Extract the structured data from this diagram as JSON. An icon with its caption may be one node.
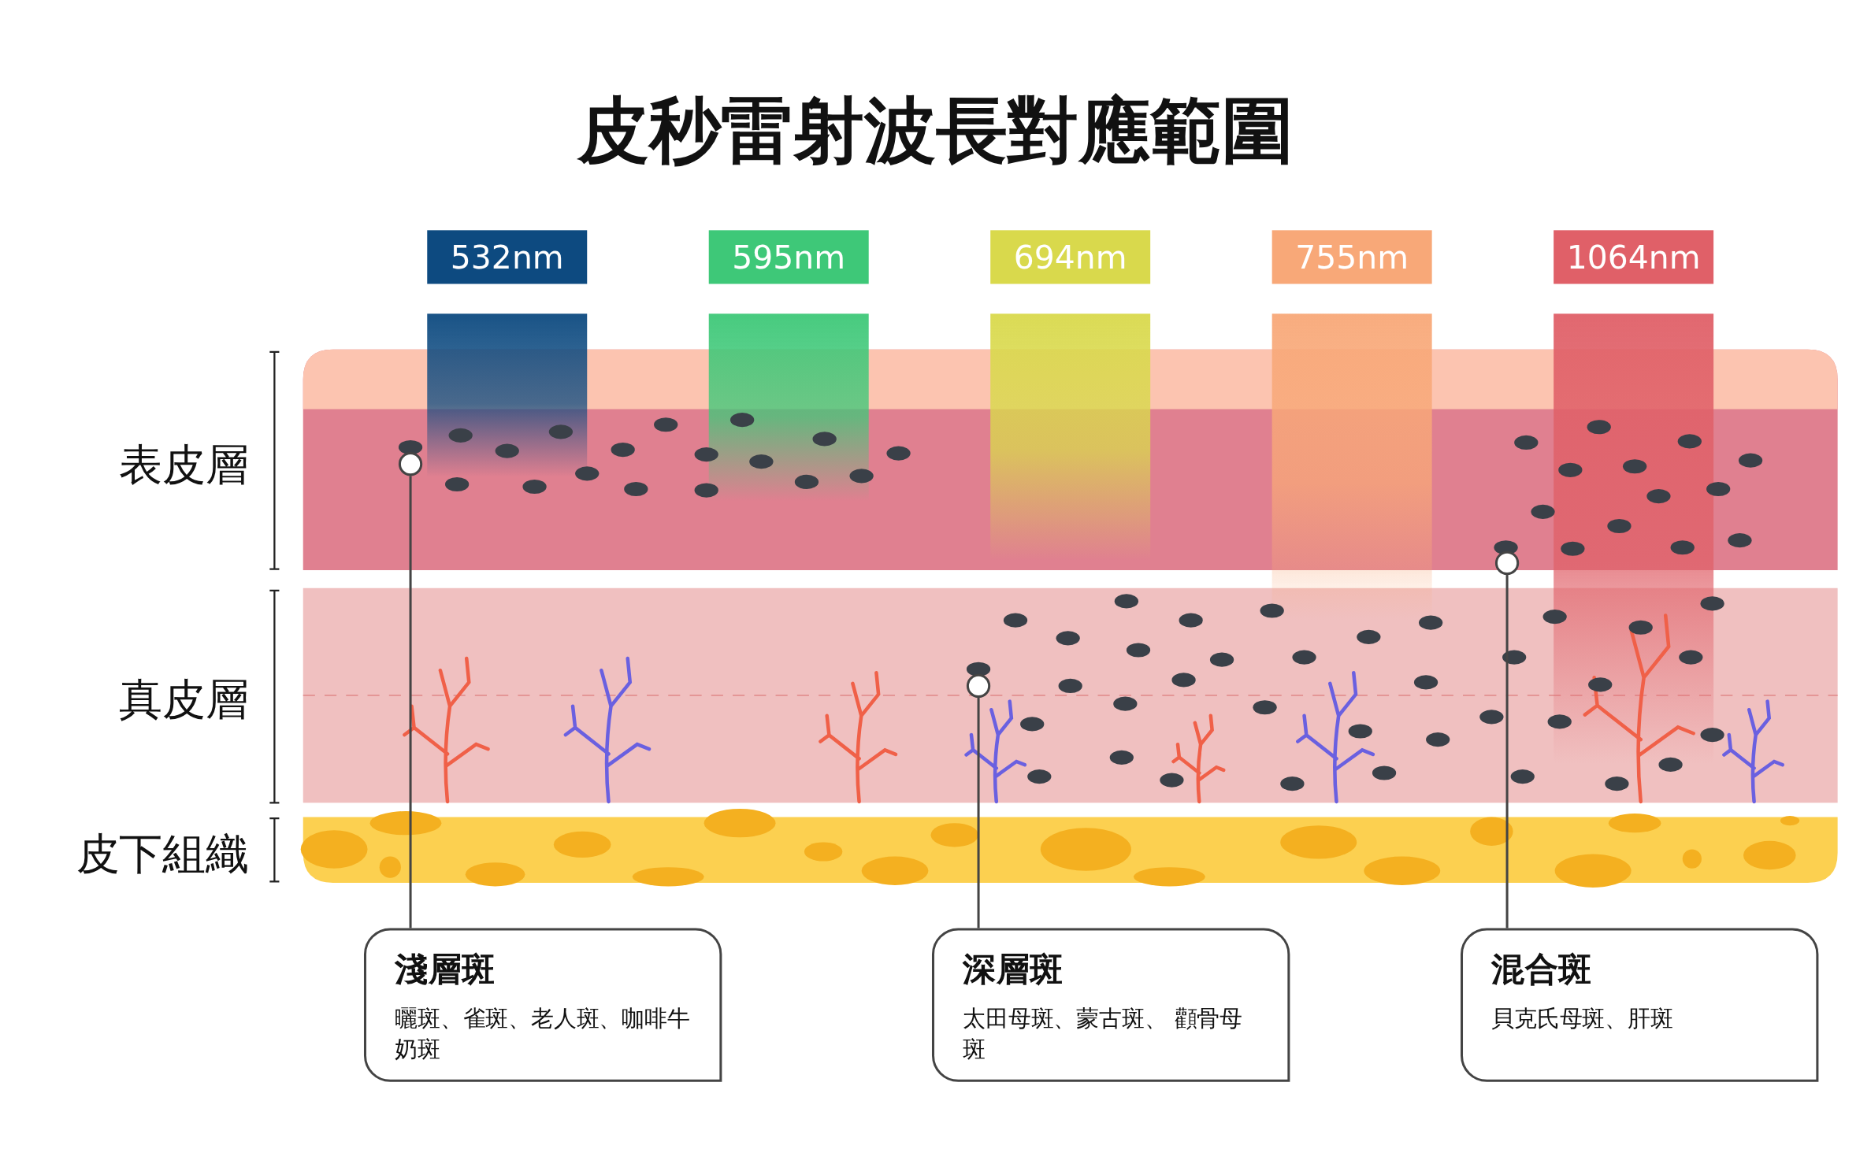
{
  "diagram": {
    "title": "皮秒雷射波長對應範圍",
    "nodes": [
      {
        "text": [
          "532nm"
        ]
      },
      {
        "text": [
          "595nm"
        ]
      },
      {
        "text": [
          "694nm"
        ]
      },
      {
        "text": [
          "755nm"
        ]
      },
      {
        "text": [
          "1064nm"
        ]
      },
      {
        "text": [
          "淺層斑",
          "曬斑、雀斑、老人斑、咖啡牛奶斑"
        ]
      },
      {
        "text": [
          "深層斑",
          "太田母斑、蒙古斑、 顴骨母斑"
        ]
      },
      {
        "text": [
          "混合斑",
          "貝克氏母斑、肝斑"
        ]
      },
      {
        "text": [],
        "shape": "circle"
      },
      {
        "text": [],
        "shape": "circle"
      },
      {
        "text": [],
        "shape": "circle"
      }
    ],
    "edges": [
      {
        "from": 5,
        "to": 8,
        "arrow": "none"
      },
      {
        "from": 6,
        "to": 9,
        "arrow": "none"
      },
      {
        "from": 7,
        "to": 10,
        "arrow": "none"
      }
    ],
    "labels": [
      "表皮層",
      "真皮層",
      "皮下組織"
    ]
  }
}
